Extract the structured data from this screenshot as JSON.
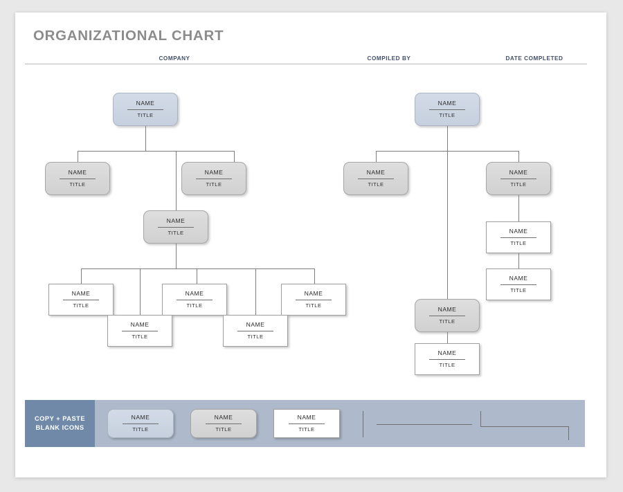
{
  "page": {
    "title": "ORGANIZATIONAL CHART",
    "background_color": "#e8e8e8",
    "card_color": "#ffffff"
  },
  "header": {
    "fields": [
      {
        "label": "COMPANY"
      },
      {
        "label": "COMPILED BY"
      },
      {
        "label": "DATE COMPLETED"
      }
    ],
    "label_color": "#414f6b"
  },
  "node_defaults": {
    "name": "NAME",
    "title": "TITLE"
  },
  "colors": {
    "title_gray": "#8c8c8c",
    "node_blue": "#ccd5e2",
    "node_gray": "#d6d6d6",
    "node_white": "#ffffff",
    "connector": "#7d7d7d",
    "legend_bar": "#aebacb",
    "legend_panel": "#7089a8"
  },
  "left_tree": {
    "root": {
      "name": "NAME",
      "title": "TITLE",
      "style": "blue"
    },
    "level2": [
      {
        "name": "NAME",
        "title": "TITLE",
        "style": "gray"
      },
      {
        "name": "NAME",
        "title": "TITLE",
        "style": "gray"
      }
    ],
    "middle": {
      "name": "NAME",
      "title": "TITLE",
      "style": "gray"
    },
    "level3_upper": [
      {
        "name": "NAME",
        "title": "TITLE",
        "style": "white"
      },
      {
        "name": "NAME",
        "title": "TITLE",
        "style": "white"
      },
      {
        "name": "NAME",
        "title": "TITLE",
        "style": "white"
      }
    ],
    "level3_lower": [
      {
        "name": "NAME",
        "title": "TITLE",
        "style": "white"
      },
      {
        "name": "NAME",
        "title": "TITLE",
        "style": "white"
      }
    ]
  },
  "right_tree": {
    "root": {
      "name": "NAME",
      "title": "TITLE",
      "style": "blue"
    },
    "level2": [
      {
        "name": "NAME",
        "title": "TITLE",
        "style": "gray"
      },
      {
        "name": "NAME",
        "title": "TITLE",
        "style": "gray"
      }
    ],
    "right_chain": [
      {
        "name": "NAME",
        "title": "TITLE",
        "style": "white"
      },
      {
        "name": "NAME",
        "title": "TITLE",
        "style": "white"
      }
    ],
    "center_chain": [
      {
        "name": "NAME",
        "title": "TITLE",
        "style": "gray"
      },
      {
        "name": "NAME",
        "title": "TITLE",
        "style": "white"
      }
    ]
  },
  "legend": {
    "label": "COPY + PASTE\nBLANK ICONS",
    "label_line1": "COPY + PASTE",
    "label_line2": "BLANK ICONS",
    "templates": [
      {
        "name": "NAME",
        "title": "TITLE",
        "style": "blue"
      },
      {
        "name": "NAME",
        "title": "TITLE",
        "style": "gray"
      },
      {
        "name": "NAME",
        "title": "TITLE",
        "style": "white"
      }
    ],
    "connector_samples": [
      "vertical-line",
      "horizontal-line",
      "elbow-connector"
    ]
  }
}
